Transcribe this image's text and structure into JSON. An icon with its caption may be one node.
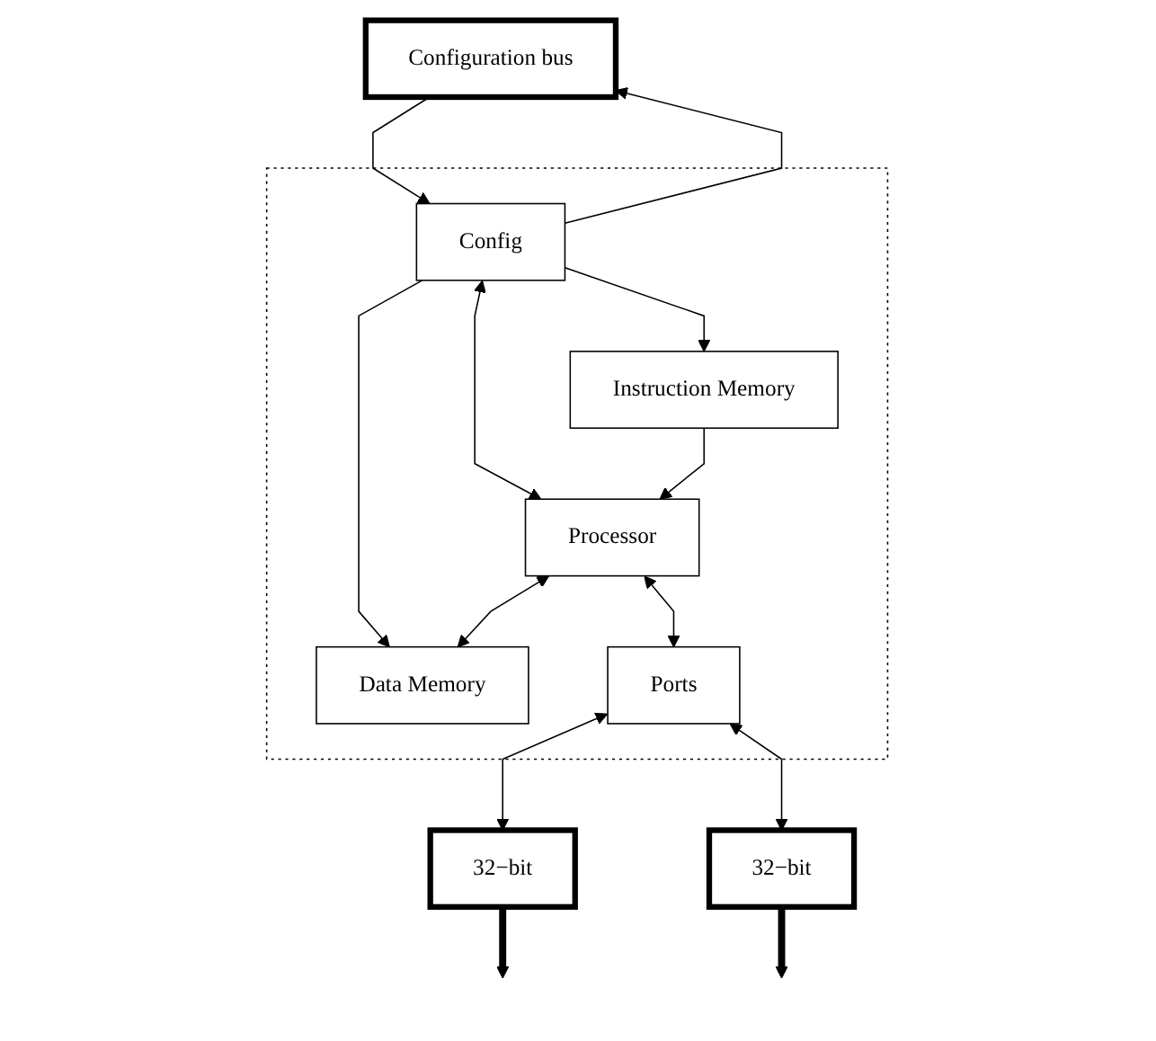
{
  "diagram": {
    "nodes": [
      {
        "text": [
          "Configuration bus"
        ]
      },
      {
        "text": [],
        "shape": "box"
      },
      {
        "text": [
          "Config"
        ],
        "in": 1
      },
      {
        "text": [
          "Instruction Memory"
        ],
        "in": 1
      },
      {
        "text": [
          "Processor"
        ],
        "in": 1
      },
      {
        "text": [
          "Data Memory"
        ],
        "in": 1
      },
      {
        "text": [
          "Ports"
        ],
        "in": 1
      },
      {
        "text": [
          "32−bit"
        ]
      },
      {
        "text": [
          "32−bit"
        ]
      }
    ],
    "edges": [
      {
        "from": 2,
        "to": 0,
        "arrow": "to"
      },
      {
        "from": 0,
        "to": 2,
        "arrow": "to"
      },
      {
        "from": 2,
        "to": 4,
        "arrow": "both"
      },
      {
        "from": 2,
        "to": 3,
        "arrow": "to"
      },
      {
        "from": 2,
        "to": 5,
        "arrow": "to"
      },
      {
        "from": 3,
        "to": 4,
        "arrow": "to"
      },
      {
        "from": 4,
        "to": 5,
        "arrow": "both"
      },
      {
        "from": 4,
        "to": 6,
        "arrow": "both"
      },
      {
        "from": 6,
        "to": 7,
        "arrow": "both"
      },
      {
        "from": 6,
        "to": 8,
        "arrow": "both"
      },
      {
        "from": 7,
        "to": null,
        "arrow": "to",
        "style": "thick"
      },
      {
        "from": 8,
        "to": null,
        "arrow": "to",
        "style": "thick"
      }
    ]
  }
}
